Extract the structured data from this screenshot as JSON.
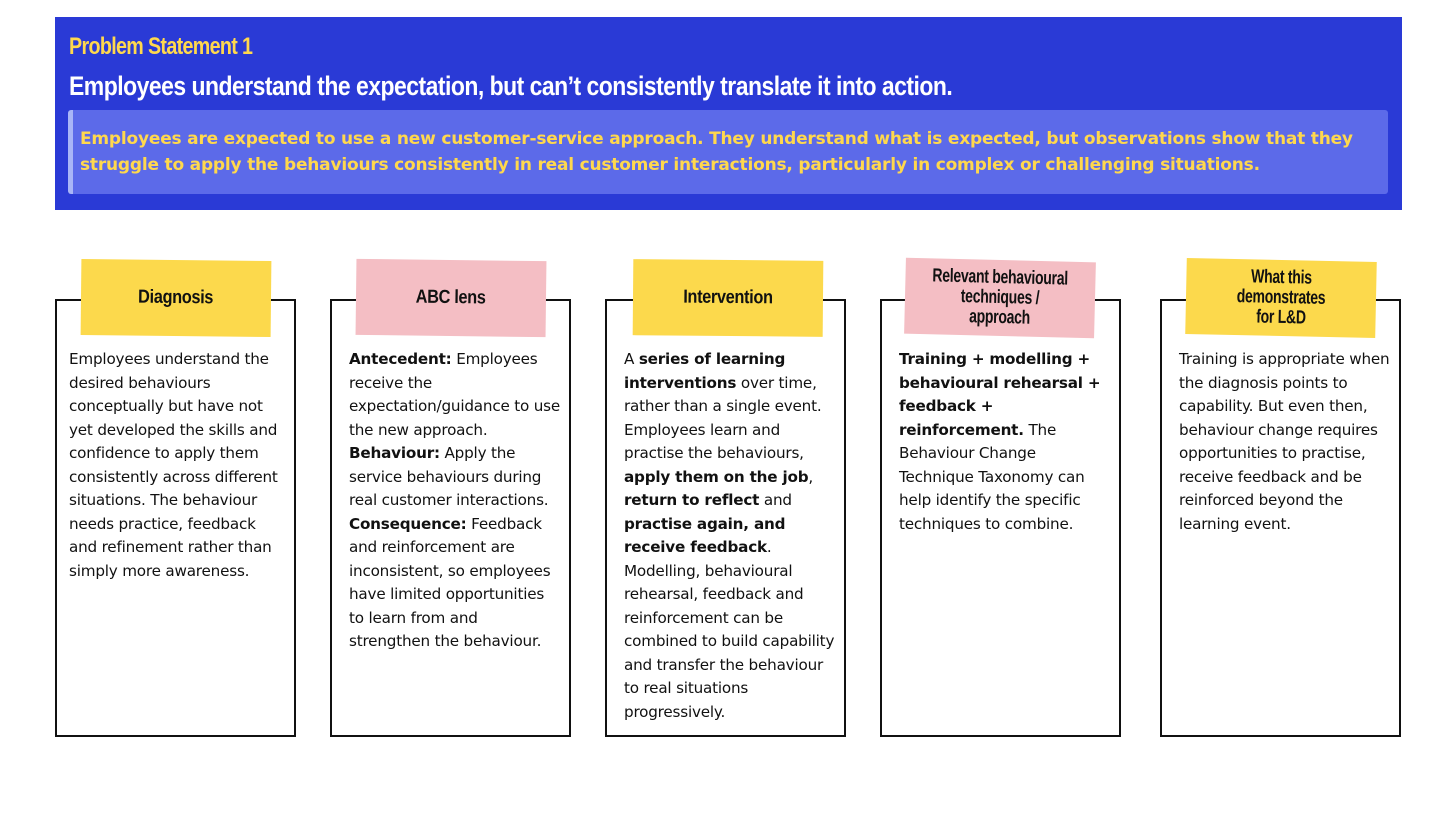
{
  "header": {
    "label": "Problem Statement 1",
    "title": "Employees understand the expectation, but can’t consistently translate it into action.",
    "callout": "Employees are expected to use a new customer-service approach. They understand what is expected, but observations show that they struggle to apply the behaviours consistently in real customer interactions, particularly in complex or challenging situations."
  },
  "cards": [
    {
      "title": "Diagnosis",
      "color": "#fcd94c",
      "body": [
        {
          "text": "Employees understand the desired behaviours conceptually but have not yet developed the skills and confidence to apply them consistently across different situations. The behaviour needs practice, feedback and refinement rather than simply more awareness."
        }
      ]
    },
    {
      "title": "ABC lens",
      "color": "#f4bec4",
      "body": [
        {
          "bold": "Antecedent:",
          "text": " Employees receive the expectation/guidance to use the new approach."
        },
        {
          "bold": "Behaviour:",
          "text": " Apply the service behaviours during real customer interactions."
        },
        {
          "bold": "Consequence:",
          "text": " Feedback and reinforcement are inconsistent, so employees have limited opportunities to learn from and strengthen the behaviour."
        }
      ]
    },
    {
      "title": "Intervention",
      "color": "#fcd94c",
      "body": [
        {
          "t1": "A ",
          "b1": "series of learning interventions",
          "t2": " over time, rather than a single event. Employees learn and practise the behaviours, ",
          "b2": "apply them on the job",
          "t3": ", ",
          "b3": "return to reflect",
          "t4": " and ",
          "b4": "practise again, and receive feedback",
          "t5": ". Modelling, behavioural rehearsal, feedback and reinforcement can be combined to build capability and transfer the behaviour to real situations progressively."
        }
      ]
    },
    {
      "title_line1": "Relevant behavioural",
      "title_line2": "techniques / approach",
      "color": "#f4bec4",
      "body": [
        {
          "bold": "Training + modelling + behavioural rehearsal + feedback + reinforcement.",
          "text": " The Behaviour Change Technique Taxonomy can help identify the specific techniques to combine."
        }
      ]
    },
    {
      "title_line1": "What this demonstrates",
      "title_line2": "for L&D",
      "color": "#fcd94c",
      "body": [
        {
          "text": "Training is appropriate when the diagnosis points to capability. But even then, behaviour change requires opportunities to practise, receive feedback and be reinforced beyond the learning event."
        }
      ]
    }
  ]
}
